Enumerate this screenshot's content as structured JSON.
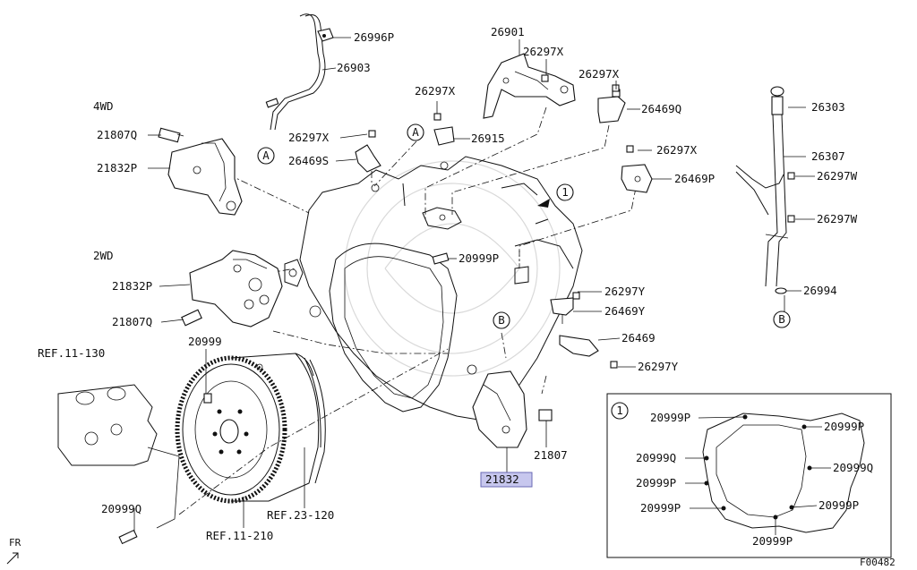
{
  "variants": {
    "four_wd": "4WD",
    "two_wd": "2WD"
  },
  "refs": {
    "r1": "REF.11-130",
    "r2": "REF.23-120",
    "r3": "REF.11-210"
  },
  "callouts": {
    "a": "A",
    "b": "B",
    "one": "1"
  },
  "parts": {
    "p26996P": "26996P",
    "p26903": "26903",
    "p26901": "26901",
    "p26297X_a": "26297X",
    "p26297X_b": "26297X",
    "p26297X_c": "26297X",
    "p26297X_d": "26297X",
    "p26297X_e": "26297X",
    "p26915": "26915",
    "p26469S": "26469S",
    "p26469Q": "26469Q",
    "p26469P": "26469P",
    "p21807Q_a": "21807Q",
    "p21832P_a": "21832P",
    "p21832P_b": "21832P",
    "p21807Q_b": "21807Q",
    "p20999P": "20999P",
    "p20999": "20999",
    "p20999Q": "20999Q",
    "p26303": "26303",
    "p26307": "26307",
    "p26297W_a": "26297W",
    "p26297W_b": "26297W",
    "p26994": "26994",
    "p26297Y_a": "26297Y",
    "p26469Y": "26469Y",
    "p26469": "26469",
    "p26297Y_b": "26297Y",
    "p21807": "21807",
    "p21832": "21832"
  },
  "inset_parts": {
    "i1": "20999P",
    "i2": "20999P",
    "i3": "20999Q",
    "i4": "20999Q",
    "i5": "20999P",
    "i6": "20999P",
    "i7": "20999P",
    "i8": "20999P"
  },
  "footer": {
    "fr": "FR",
    "code": "F00482"
  },
  "colors": {
    "highlight_fill": "#c7c7ee",
    "highlight_border": "#6a6ab4",
    "line": "#111111"
  }
}
